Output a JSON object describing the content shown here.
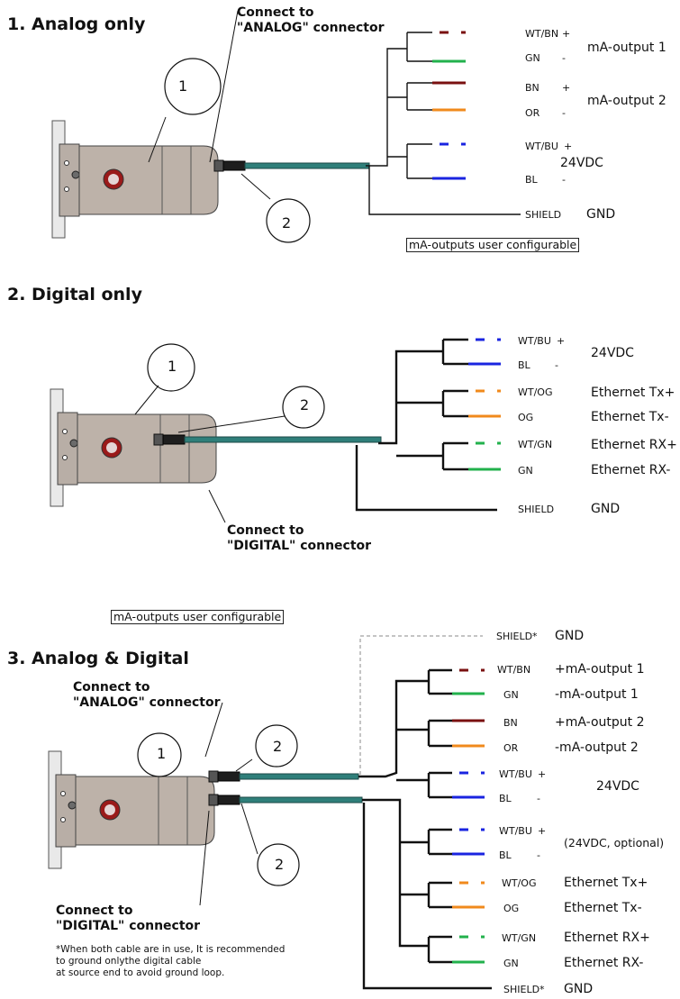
{
  "colors": {
    "white": "#ffffff",
    "green": "#22b14c",
    "brown": "#7a1010",
    "orange": "#f08a1c",
    "blue": "#1a24e0",
    "cable": "#2f7f7a",
    "black": "#111111",
    "grey": "#8a8a8a"
  },
  "sections": [
    {
      "title": "1. Analog only",
      "connector": [
        "Connect to",
        "\"ANALOG\" connector"
      ],
      "callouts": [
        "1",
        "2"
      ],
      "pairs": [
        {
          "wires": [
            {
              "code": "WT/BN",
              "pol": "+",
              "stroke": "brown",
              "dashed": true
            },
            {
              "code": "GN",
              "pol": "-",
              "stroke": "green",
              "dashed": false
            }
          ],
          "signal": "mA-output 1"
        },
        {
          "wires": [
            {
              "code": "BN",
              "pol": "+",
              "stroke": "brown",
              "dashed": false
            },
            {
              "code": "OR",
              "pol": "-",
              "stroke": "orange",
              "dashed": false
            }
          ],
          "signal": "mA-output 2"
        },
        {
          "wires": [
            {
              "code": "WT/BU",
              "pol": "+",
              "stroke": "blue",
              "dashed": true
            },
            {
              "code": "BL",
              "pol": "-",
              "stroke": "blue",
              "dashed": false
            }
          ],
          "signal": "24VDC"
        }
      ],
      "shield": {
        "code": "SHIELD",
        "signal": "GND"
      },
      "note": "mA-outputs user configurable"
    },
    {
      "title": "2. Digital only",
      "connector": [
        "Connect to",
        "\"DIGITAL\" connector"
      ],
      "callouts": [
        "1",
        "2"
      ],
      "pairs": [
        {
          "wires": [
            {
              "code": "WT/BU",
              "pol": "+",
              "stroke": "blue",
              "dashed": true
            },
            {
              "code": "BL",
              "pol": "-",
              "stroke": "blue",
              "dashed": false
            }
          ],
          "signal": "24VDC"
        },
        {
          "wires": [
            {
              "code": "WT/OG",
              "pol": "",
              "stroke": "orange",
              "dashed": true,
              "signal": "Ethernet Tx+"
            },
            {
              "code": "OG",
              "pol": "",
              "stroke": "orange",
              "dashed": false,
              "signal": "Ethernet Tx-"
            }
          ]
        },
        {
          "wires": [
            {
              "code": "WT/GN",
              "pol": "",
              "stroke": "green",
              "dashed": true,
              "signal": "Ethernet RX+"
            },
            {
              "code": "GN",
              "pol": "",
              "stroke": "green",
              "dashed": false,
              "signal": "Ethernet RX-"
            }
          ]
        }
      ],
      "shield": {
        "code": "SHIELD",
        "signal": "GND"
      },
      "note": "mA-outputs user configurable"
    },
    {
      "title": "3. Analog & Digital",
      "connector_top": [
        "Connect to",
        "\"ANALOG\" connector"
      ],
      "connector_bottom": [
        "Connect to",
        "\"DIGITAL\" connector"
      ],
      "callouts": [
        "1",
        "2",
        "2"
      ],
      "shield_top": {
        "code": "SHIELD*",
        "signal": "GND"
      },
      "analog_pairs": [
        {
          "wires": [
            {
              "code": "WT/BN",
              "pol": "",
              "stroke": "brown",
              "dashed": true,
              "signal": "+mA-output 1"
            },
            {
              "code": "GN",
              "pol": "",
              "stroke": "green",
              "dashed": false,
              "signal": "-mA-output 1"
            }
          ]
        },
        {
          "wires": [
            {
              "code": "BN",
              "pol": "",
              "stroke": "brown",
              "dashed": false,
              "signal": "+mA-output 2"
            },
            {
              "code": "OR",
              "pol": "",
              "stroke": "orange",
              "dashed": false,
              "signal": "-mA-output 2"
            }
          ]
        },
        {
          "wires": [
            {
              "code": "WT/BU",
              "pol": "+",
              "stroke": "blue",
              "dashed": true
            },
            {
              "code": "BL",
              "pol": "-",
              "stroke": "blue",
              "dashed": false
            }
          ],
          "signal": "24VDC"
        }
      ],
      "digital_pairs": [
        {
          "wires": [
            {
              "code": "WT/BU",
              "pol": "+",
              "stroke": "blue",
              "dashed": true
            },
            {
              "code": "BL",
              "pol": "-",
              "stroke": "blue",
              "dashed": false
            }
          ],
          "signal": "(24VDC, optional)"
        },
        {
          "wires": [
            {
              "code": "WT/OG",
              "pol": "",
              "stroke": "orange",
              "dashed": true,
              "signal": "Ethernet Tx+"
            },
            {
              "code": "OG",
              "pol": "",
              "stroke": "orange",
              "dashed": false,
              "signal": "Ethernet Tx-"
            }
          ]
        },
        {
          "wires": [
            {
              "code": "WT/GN",
              "pol": "",
              "stroke": "green",
              "dashed": true,
              "signal": "Ethernet RX+"
            },
            {
              "code": "GN",
              "pol": "",
              "stroke": "green",
              "dashed": false,
              "signal": "Ethernet RX-"
            }
          ]
        }
      ],
      "shield_bottom": {
        "code": "SHIELD*",
        "signal": "GND"
      },
      "footnote": [
        "*When both cable are in use, It is recommended",
        "to ground onlythe digital cable",
        "at source end to avoid ground loop."
      ]
    }
  ]
}
